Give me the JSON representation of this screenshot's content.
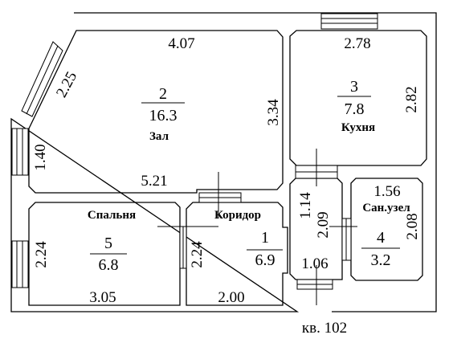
{
  "plan": {
    "apartment_label": "кв. 102",
    "rooms": [
      {
        "id": "zal",
        "number": "2",
        "area": "16.3",
        "name": "Зал"
      },
      {
        "id": "kukhnya",
        "number": "3",
        "area": "7.8",
        "name": "Кухня"
      },
      {
        "id": "spalnya",
        "number": "5",
        "area": "6.8",
        "name": "Спальня"
      },
      {
        "id": "koridor",
        "number": "1",
        "area": "6.9",
        "name": "Коридор"
      },
      {
        "id": "sanuzel",
        "number": "4",
        "area": "3.2",
        "name": "Сан.узел"
      }
    ],
    "dimensions": {
      "zal_top": "4.07",
      "zal_diag": "2.25",
      "zal_right": "3.34",
      "zal_left": "1.40",
      "zal_bottom": "5.21",
      "kitchen_top": "2.78",
      "kitchen_right": "2.82",
      "bath_top": "1.56",
      "bath_right": "2.08",
      "bath_left": "2.09",
      "hall_passage": "1.14",
      "hall_entry": "1.06",
      "bed_left": "2.24",
      "bed_bottom": "3.05",
      "corr_left": "2.24",
      "corr_bottom": "2.00"
    }
  }
}
